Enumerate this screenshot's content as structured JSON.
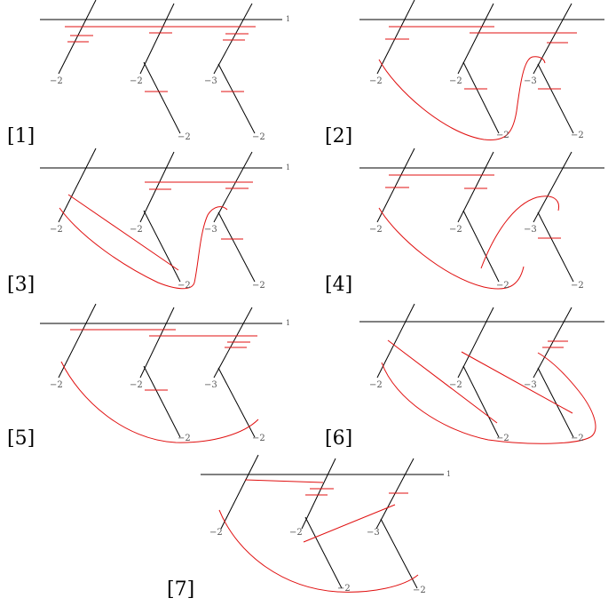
{
  "colors": {
    "curve": "#e01010",
    "line": "#000000",
    "label": "#555555"
  },
  "panels": [
    {
      "caption": "[1]",
      "line_label": "1",
      "weights": [
        "−2",
        "−2",
        "−3",
        "−2",
        "−2"
      ]
    },
    {
      "caption": "[2]",
      "line_label": "",
      "weights": [
        "−2",
        "−2",
        "−3",
        "−2",
        "−2"
      ]
    },
    {
      "caption": "[3]",
      "line_label": "1",
      "weights": [
        "−2",
        "−2",
        "−3",
        "−2",
        "−2"
      ]
    },
    {
      "caption": "[4]",
      "line_label": "",
      "weights": [
        "−2",
        "−2",
        "−3",
        "−2",
        "−2"
      ]
    },
    {
      "caption": "[5]",
      "line_label": "1",
      "weights": [
        "−2",
        "−2",
        "−3",
        "−2",
        "−2"
      ]
    },
    {
      "caption": "[6]",
      "line_label": "",
      "weights": [
        "−2",
        "−2",
        "−3",
        "−2",
        "−2"
      ]
    },
    {
      "caption": "[7]",
      "line_label": "1",
      "weights": [
        "−2",
        "−2",
        "−3",
        "−2",
        "−2"
      ]
    }
  ]
}
